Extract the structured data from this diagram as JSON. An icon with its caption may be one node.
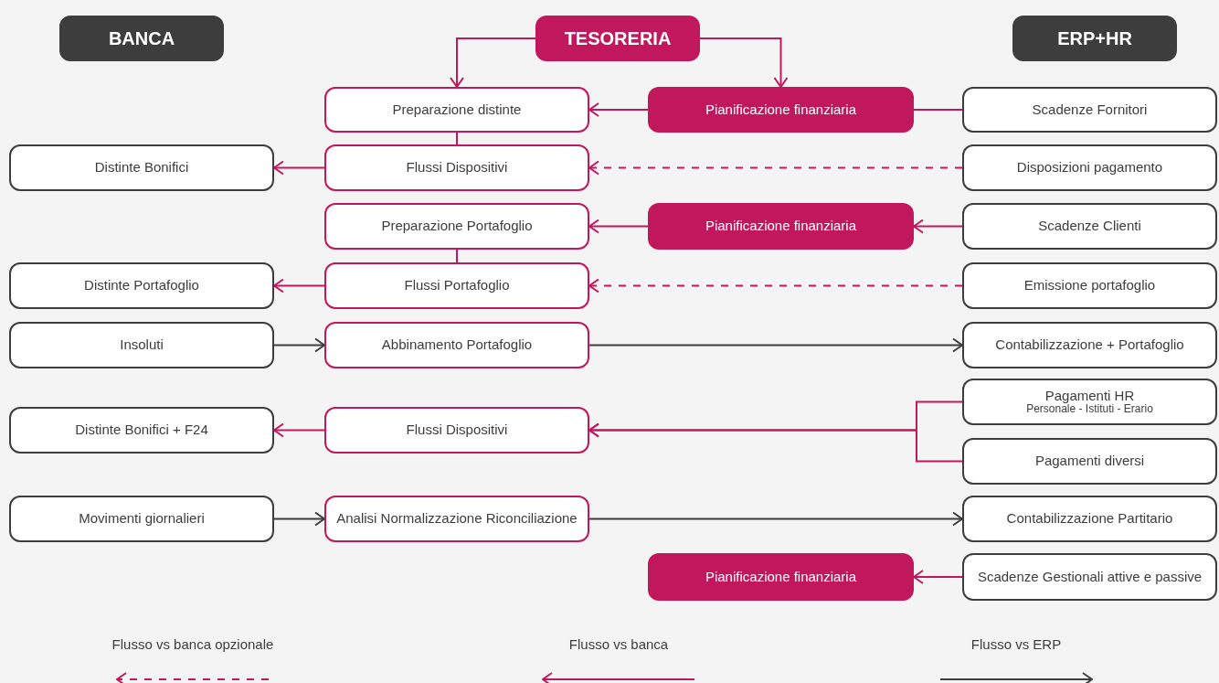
{
  "diagram": {
    "nodes": [
      {
        "text": [
          "BANCA"
        ]
      },
      {
        "text": [
          "TESORERIA"
        ]
      },
      {
        "text": [
          "ERP+HR"
        ]
      },
      {
        "text": [
          "Preparazione distinte"
        ]
      },
      {
        "text": [
          "Pianificazione finanziaria"
        ]
      },
      {
        "text": [
          "Scadenze Fornitori"
        ]
      },
      {
        "text": [
          "Distinte Bonifici"
        ]
      },
      {
        "text": [
          "Flussi Dispositivi"
        ]
      },
      {
        "text": [
          "Disposizioni pagamento"
        ]
      },
      {
        "text": [
          "Preparazione Portafoglio"
        ]
      },
      {
        "text": [
          "Pianificazione finanziaria"
        ]
      },
      {
        "text": [
          "Scadenze Clienti"
        ]
      },
      {
        "text": [
          "Distinte Portafoglio"
        ]
      },
      {
        "text": [
          "Flussi Portafoglio"
        ]
      },
      {
        "text": [
          "Emissione portafoglio"
        ]
      },
      {
        "text": [
          "Insoluti"
        ]
      },
      {
        "text": [
          "Abbinamento Portafoglio"
        ]
      },
      {
        "text": [
          "Contabilizzazione + Portafoglio"
        ]
      },
      {
        "text": [
          "Pagamenti HR",
          "Personale - Istituti - Erario"
        ]
      },
      {
        "text": [
          "Distinte Bonifici + F24"
        ]
      },
      {
        "text": [
          "Flussi Dispositivi"
        ]
      },
      {
        "text": [
          "Pagamenti diversi"
        ]
      },
      {
        "text": [
          "Movimenti giornalieri"
        ]
      },
      {
        "text": [
          "Analisi Normalizzazione Riconciliazione"
        ]
      },
      {
        "text": [
          "Contabilizzazione Partitario"
        ]
      },
      {
        "text": [
          "Pianificazione finanziaria"
        ]
      },
      {
        "text": [
          "Scadenze Gestionali attive e passive"
        ]
      }
    ],
    "edges": [
      {
        "from": 1,
        "to": 3,
        "arrow": "to"
      },
      {
        "from": 1,
        "to": 4,
        "arrow": "to"
      },
      {
        "from": 4,
        "to": 3,
        "arrow": "to"
      },
      {
        "from": 5,
        "to": 4,
        "arrow": "none"
      },
      {
        "from": 3,
        "to": 7,
        "arrow": "none"
      },
      {
        "from": 7,
        "to": 6,
        "arrow": "to"
      },
      {
        "from": 8,
        "to": 7,
        "arrow": "to",
        "style": "dashed"
      },
      {
        "from": 10,
        "to": 9,
        "arrow": "to"
      },
      {
        "from": 11,
        "to": 10,
        "arrow": "to"
      },
      {
        "from": 9,
        "to": 13,
        "arrow": "none"
      },
      {
        "from": 13,
        "to": 12,
        "arrow": "to"
      },
      {
        "from": 14,
        "to": 13,
        "arrow": "to",
        "style": "dashed"
      },
      {
        "from": 15,
        "to": 16,
        "arrow": "to",
        "color": "#3d3d3d"
      },
      {
        "from": 16,
        "to": 17,
        "arrow": "to",
        "color": "#3d3d3d"
      },
      {
        "from": 18,
        "to": 20,
        "arrow": "to"
      },
      {
        "from": 21,
        "to": 20,
        "arrow": "to"
      },
      {
        "from": 20,
        "to": 19,
        "arrow": "to"
      },
      {
        "from": 22,
        "to": 23,
        "arrow": "to",
        "color": "#3d3d3d"
      },
      {
        "from": 23,
        "to": 24,
        "arrow": "to",
        "color": "#3d3d3d"
      },
      {
        "from": 26,
        "to": 25,
        "arrow": "to"
      }
    ],
    "legend": [
      {
        "text": "Flusso vs banca opzionale"
      },
      {
        "text": "Flusso vs banca"
      },
      {
        "text": "Flusso vs ERP"
      }
    ]
  }
}
